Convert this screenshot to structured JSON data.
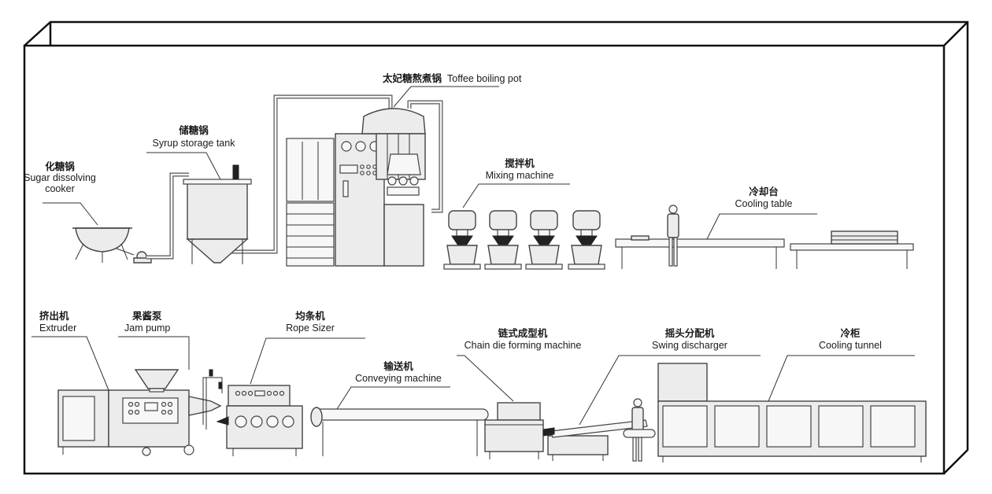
{
  "labels": {
    "sugar_cooker": {
      "cn": "化糖锅",
      "en1": "Sugar dissolving",
      "en2": "cooker"
    },
    "syrup_tank": {
      "cn": "储糖锅",
      "en": "Syrup storage tank"
    },
    "toffee_pot": {
      "cn": "太妃糖熬煮锅",
      "en": "Toffee boiling pot"
    },
    "mixing_machine": {
      "cn": "搅拌机",
      "en": "Mixing machine"
    },
    "cooling_table": {
      "cn": "冷却台",
      "en": "Cooling table"
    },
    "extruder": {
      "cn": "挤出机",
      "en": "Extruder"
    },
    "jam_pump": {
      "cn": "果酱泵",
      "en": "Jam pump"
    },
    "rope_sizer": {
      "cn": "均条机",
      "en": "Rope Sizer"
    },
    "conveying_machine": {
      "cn": "输送机",
      "en": "Conveying machine"
    },
    "chain_die": {
      "cn": "链式成型机",
      "en": "Chain die forming machine"
    },
    "swing_discharger": {
      "cn": "摇头分配机",
      "en": "Swing discharger"
    },
    "cooling_tunnel": {
      "cn": "冷柜",
      "en": "Cooling tunnel"
    }
  }
}
